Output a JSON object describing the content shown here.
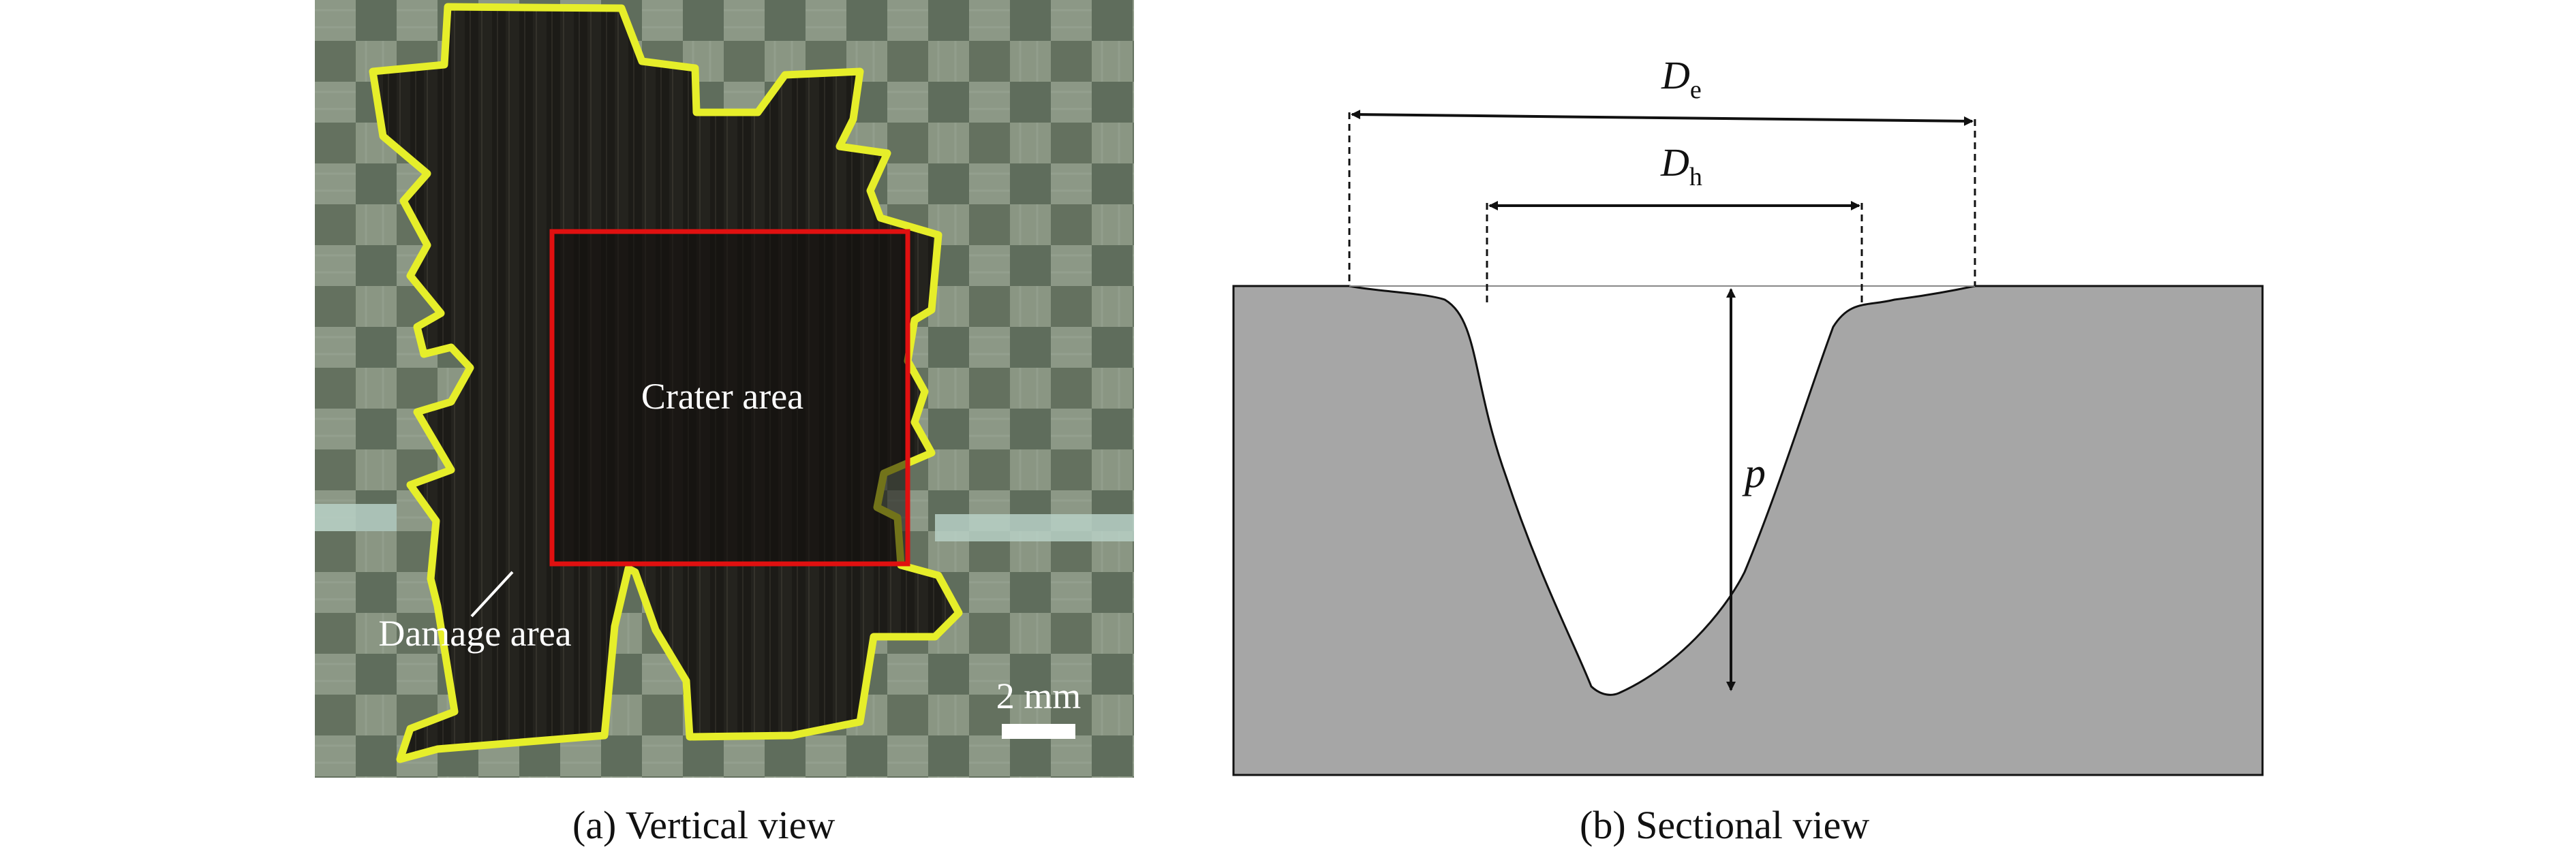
{
  "panel_a": {
    "crater_label": "Crater area",
    "damage_label": "Damage area",
    "scale_label": "2 mm",
    "caption": "(a) Vertical view",
    "colors": {
      "damage_outline": "#e6ee2a",
      "crater_box": "#e01010",
      "photo_dark": "#1b1a16"
    }
  },
  "panel_b": {
    "de_symbol": "D",
    "de_sub": "e",
    "dh_symbol": "D",
    "dh_sub": "h",
    "p_symbol": "p",
    "caption": "(b) Sectional view",
    "colors": {
      "material": "#a6a6a6",
      "outline": "#111111"
    }
  }
}
